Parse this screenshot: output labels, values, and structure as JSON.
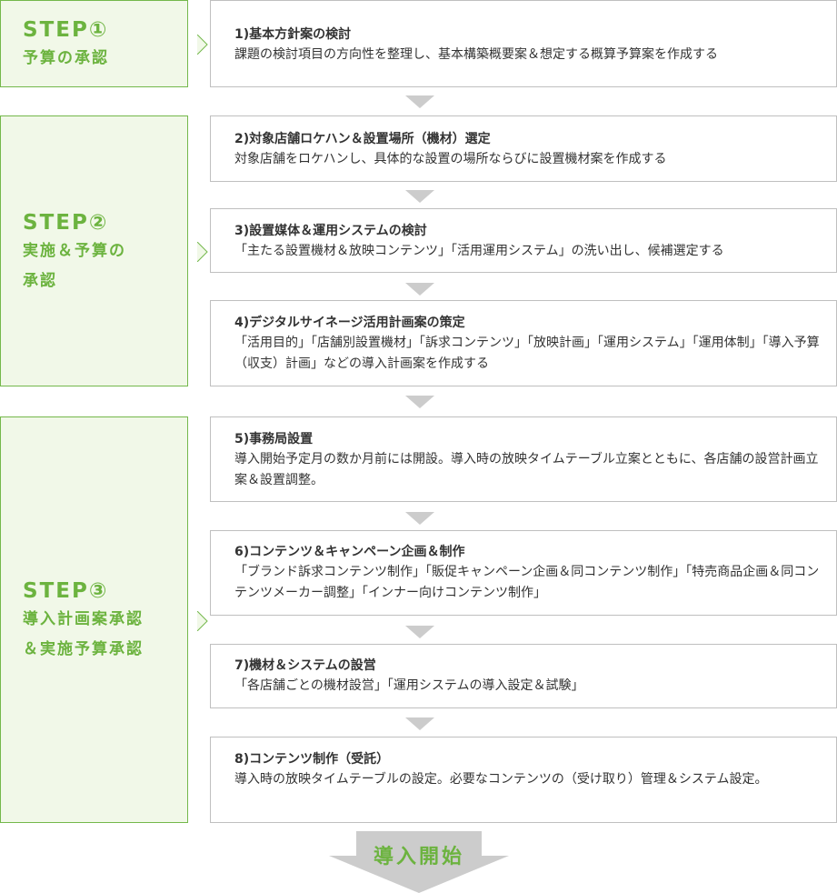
{
  "steps": [
    {
      "title": "STEP①",
      "desc_lines": [
        "予算の承認"
      ]
    },
    {
      "title": "STEP②",
      "desc_lines": [
        "実施＆予算の",
        "承認"
      ]
    },
    {
      "title": "STEP③",
      "desc_lines": [
        "導入計画案承認",
        "＆実施予算承認"
      ]
    }
  ],
  "tasks": [
    {
      "title": "1)基本方針案の検討",
      "desc": "課題の検討項目の方向性を整理し、基本構築概要案＆想定する概算予算案を作成する"
    },
    {
      "title": "2)対象店舗ロケハン＆設置場所（機材）選定",
      "desc": "対象店舗をロケハンし、具体的な設置の場所ならびに設置機材案を作成する"
    },
    {
      "title": "3)設置媒体＆運用システムの検討",
      "desc": "「主たる設置機材＆放映コンテンツ」「活用運用システム」の洗い出し、候補選定する"
    },
    {
      "title": "4)デジタルサイネージ活用計画案の策定",
      "desc": "「活用目的」「店舗別設置機材」「訴求コンテンツ」「放映計画」「運用システム」「運用体制」「導入予算（収支）計画」などの導入計画案を作成する"
    },
    {
      "title": "5)事務局設置",
      "desc": "導入開始予定月の数か月前には開設。導入時の放映タイムテーブル立案とともに、各店舗の設営計画立案＆設置調整。"
    },
    {
      "title": "6)コンテンツ＆キャンペーン企画＆制作",
      "desc": "「ブランド訴求コンテンツ制作」「販促キャンペーン企画＆同コンテンツ制作」「特売商品企画＆同コンテンツメーカー調整」「インナー向けコンテンツ制作」"
    },
    {
      "title": "7)機材＆システムの設営",
      "desc": "「各店舗ごとの機材設営」「運用システムの導入設定＆試験」"
    },
    {
      "title": "8)コンテンツ制作（受託）",
      "desc": "導入時の放映タイムテーブルの設定。必要なコンテンツの（受け取り）管理＆システム設定。"
    }
  ],
  "final": {
    "label": "導入開始"
  },
  "colors": {
    "accent": "#6cb33f",
    "step_bg": "#f1f8e8",
    "border": "#bfbfbf",
    "arrow": "#cccccc"
  }
}
